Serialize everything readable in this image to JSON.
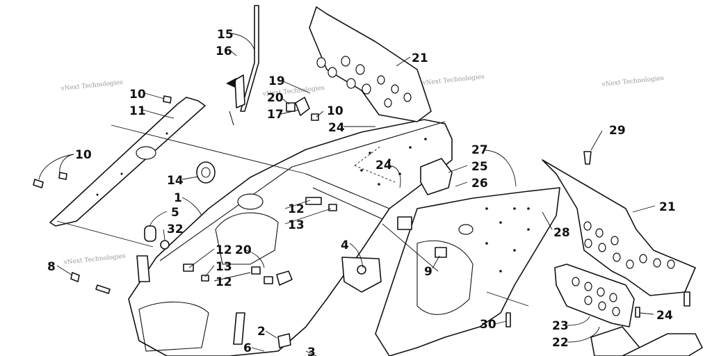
{
  "diagram": {
    "callouts": [
      "15",
      "16",
      "19",
      "20",
      "17",
      "10",
      "24",
      "21",
      "10",
      "11",
      "10",
      "14",
      "1",
      "5",
      "32",
      "12",
      "13",
      "27",
      "25",
      "26",
      "24",
      "29",
      "21",
      "28",
      "12",
      "20",
      "13",
      "12",
      "4",
      "9",
      "8",
      "30",
      "23",
      "22",
      "24",
      "2",
      "6",
      "3"
    ],
    "watermark": "vNext Technologies"
  }
}
